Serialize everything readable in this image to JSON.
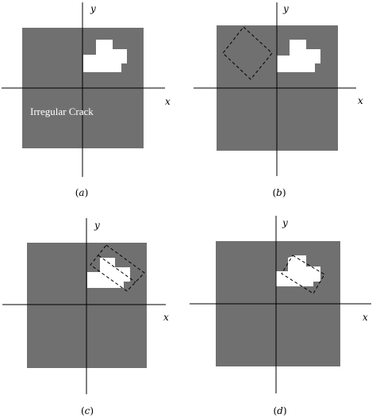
{
  "colors": {
    "plate": "#707070",
    "crack": "#ffffff",
    "axis": "#000000",
    "dashed_square": "#000000"
  },
  "panels": [
    {
      "id": "a",
      "caption_open": "(",
      "caption_letter": "a",
      "caption_close": ")",
      "x_label": "x",
      "y_label": "y",
      "annotation": "Irregular Crack"
    },
    {
      "id": "b",
      "caption_open": "(",
      "caption_letter": "b",
      "caption_close": ")",
      "x_label": "x",
      "y_label": "y"
    },
    {
      "id": "c",
      "caption_open": "(",
      "caption_letter": "c",
      "caption_close": ")",
      "x_label": "x",
      "y_label": "y"
    },
    {
      "id": "d",
      "caption_open": "(",
      "caption_letter": "d",
      "caption_close": ")",
      "x_label": "x",
      "y_label": "y"
    }
  ]
}
